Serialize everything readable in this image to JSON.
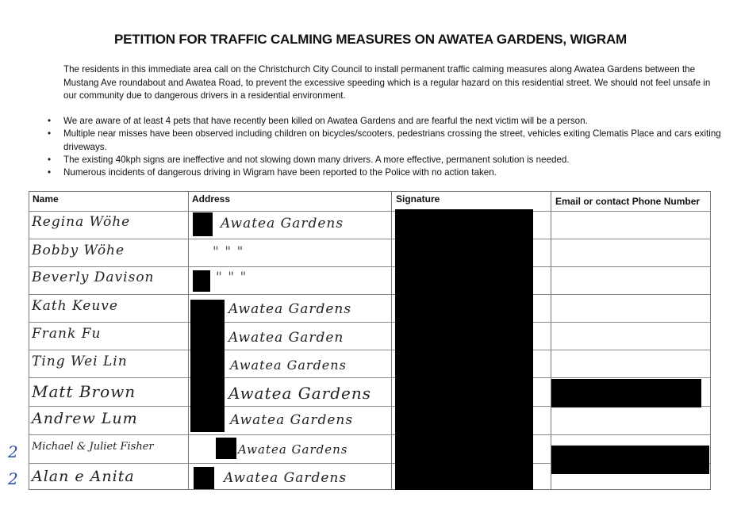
{
  "title": "PETITION FOR TRAFFIC CALMING MEASURES ON AWATEA GARDENS, WIGRAM",
  "intro": "The residents in this immediate area call on the Christchurch City Council to install permanent traffic calming measures along Awatea Gardens between the Mustang Ave roundabout and Awatea Road, to prevent the excessive speeding which is a regular hazard on this residential street. We should not feel unsafe in our community due to dangerous drivers in a residential environment.",
  "bullets": [
    "We are aware of at least 4 pets that have recently been killed on Awatea Gardens and are fearful the next victim will be a person.",
    "Multiple near misses have been observed including children on bicycles/scooters, pedestrians crossing the street, vehicles exiting Clematis Place and cars exiting driveways.",
    "The existing 40kph signs are ineffective and not slowing down many drivers. A more effective, permanent solution is needed.",
    "Numerous incidents of dangerous driving in Wigram have been reported to the Police with no action taken."
  ],
  "table": {
    "headers": [
      "Name",
      "Address",
      "Signature",
      "Email or contact Phone Number"
    ],
    "rows": [
      {
        "name": "Regina Wöhe",
        "address": "Awatea Gardens"
      },
      {
        "name": "Bobby Wöhe",
        "address": "\"   \"   \""
      },
      {
        "name": "Beverly Davison",
        "address": "\"   \"   \""
      },
      {
        "name": "Kath Keuve",
        "address": "Awatea Gardens"
      },
      {
        "name": "Frank Fu",
        "address": "Awatea Garden"
      },
      {
        "name": "Ting Wei Lin",
        "address": "Awatea Gardens"
      },
      {
        "name": "Matt Brown",
        "address": "Awatea Gardens"
      },
      {
        "name": "Andrew Lum",
        "address": "Awatea Gardens"
      },
      {
        "name": "Michael & Juliet Fisher",
        "address": "Awatea Gardens"
      },
      {
        "name": "Alan e Anita",
        "address": "Awatea Gardens"
      }
    ]
  },
  "margin_marks": [
    "2",
    "2"
  ]
}
